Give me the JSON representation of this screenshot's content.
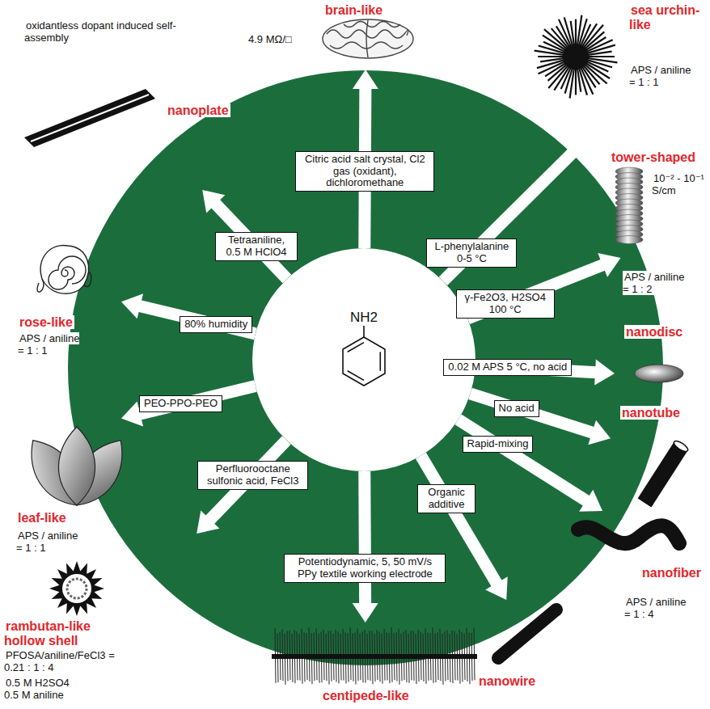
{
  "diagram": {
    "nodes": [
      {
        "text": [
          "NH2"
        ]
      },
      {
        "text": [
          "brain-like",
          "4.9 MΩ/□"
        ]
      },
      {
        "text": [
          "sea urchin-like",
          "APS / aniline = 1 : 1"
        ]
      },
      {
        "text": [
          "tower-shaped",
          "10⁻² - 10⁻¹ S/cm"
        ]
      },
      {
        "text": [
          "nanodisc",
          "APS / aniline = 1 : 2"
        ]
      },
      {
        "text": [
          "nanotube"
        ]
      },
      {
        "text": [
          "nanofiber",
          "APS / aniline = 1 : 4"
        ]
      },
      {
        "text": [
          "nanowire"
        ]
      },
      {
        "text": [
          "centipede-like",
          "0.5 M H2SO4 0.5 M aniline"
        ]
      },
      {
        "text": [
          "rambutan-like hollow shell",
          "PFOSA/aniline/FeCl3 = 0.21 : 1 : 4"
        ]
      },
      {
        "text": [
          "leaf-like",
          "APS / aniline = 1 : 1"
        ]
      },
      {
        "text": [
          "rose-like",
          "APS / aniline = 1 : 1"
        ]
      },
      {
        "text": [
          "nanoplate",
          "oxidantless dopant induced self-assembly"
        ]
      }
    ],
    "edges": [
      {
        "from": 0,
        "to": 1,
        "arrow": "to",
        "label": "Citric acid salt crystal, Cl2 gas (oxidant), dichloromethane"
      },
      {
        "from": 0,
        "to": 2,
        "arrow": "to",
        "label": "L-phenylalanine 0-5 °C"
      },
      {
        "from": 0,
        "to": 3,
        "arrow": "to",
        "label": "γ-Fe2O3, H2SO4 100 °C"
      },
      {
        "from": 0,
        "to": 4,
        "arrow": "to",
        "label": "0.02 M APS 5 °C, no acid"
      },
      {
        "from": 0,
        "to": 5,
        "arrow": "to",
        "label": "No acid"
      },
      {
        "from": 0,
        "to": 6,
        "arrow": "to",
        "label": "Rapid-mixing"
      },
      {
        "from": 0,
        "to": 7,
        "arrow": "to",
        "label": "Organic additive"
      },
      {
        "from": 0,
        "to": 8,
        "arrow": "to",
        "label": "Potentiodynamic, 5, 50 mV/s PPy textile working electrode"
      },
      {
        "from": 0,
        "to": 9,
        "arrow": "to",
        "label": "Perfluorooctane sulfonic acid, FeCl3"
      },
      {
        "from": 0,
        "to": 10,
        "arrow": "to",
        "label": "PEO-PPO-PEO"
      },
      {
        "from": 0,
        "to": 11,
        "arrow": "to",
        "label": "80% humidity"
      },
      {
        "from": 0,
        "to": 12,
        "arrow": "to",
        "label": "Tetraaniline, 0.5 M HClO4"
      }
    ]
  }
}
